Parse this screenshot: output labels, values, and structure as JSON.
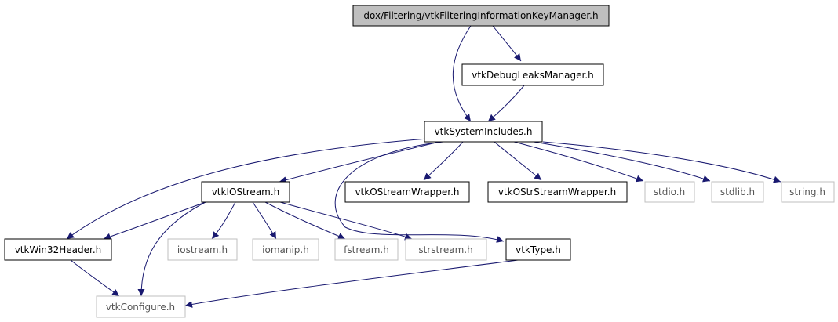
{
  "nodes": {
    "root": {
      "label": "dox/Filtering/vtkFilteringInformationKeyManager.h",
      "style": "root"
    },
    "debug": {
      "label": "vtkDebugLeaksManager.h",
      "style": "normal"
    },
    "sysinc": {
      "label": "vtkSystemIncludes.h",
      "style": "normal"
    },
    "iostr": {
      "label": "vtkIOStream.h",
      "style": "normal"
    },
    "ostrw": {
      "label": "vtkOStreamWrapper.h",
      "style": "normal"
    },
    "ostrsw": {
      "label": "vtkOStrStreamWrapper.h",
      "style": "normal"
    },
    "stdio": {
      "label": "stdio.h",
      "style": "external"
    },
    "stdlib": {
      "label": "stdlib.h",
      "style": "external"
    },
    "string": {
      "label": "string.h",
      "style": "external"
    },
    "win32": {
      "label": "vtkWin32Header.h",
      "style": "normal"
    },
    "iostream": {
      "label": "iostream.h",
      "style": "external"
    },
    "iomanip": {
      "label": "iomanip.h",
      "style": "external"
    },
    "fstream": {
      "label": "fstream.h",
      "style": "external"
    },
    "strstream": {
      "label": "strstream.h",
      "style": "external"
    },
    "type": {
      "label": "vtkType.h",
      "style": "normal"
    },
    "config": {
      "label": "vtkConfigure.h",
      "style": "external"
    }
  },
  "edges": [
    [
      "root",
      "debug"
    ],
    [
      "root",
      "sysinc"
    ],
    [
      "debug",
      "sysinc"
    ],
    [
      "sysinc",
      "iostr"
    ],
    [
      "sysinc",
      "ostrw"
    ],
    [
      "sysinc",
      "ostrsw"
    ],
    [
      "sysinc",
      "stdio"
    ],
    [
      "sysinc",
      "stdlib"
    ],
    [
      "sysinc",
      "string"
    ],
    [
      "sysinc",
      "win32"
    ],
    [
      "sysinc",
      "type"
    ],
    [
      "iostr",
      "win32"
    ],
    [
      "iostr",
      "iostream"
    ],
    [
      "iostr",
      "iomanip"
    ],
    [
      "iostr",
      "fstream"
    ],
    [
      "iostr",
      "strstream"
    ],
    [
      "iostr",
      "config"
    ],
    [
      "win32",
      "config"
    ],
    [
      "type",
      "config"
    ]
  ],
  "colors": {
    "root_fill": "#bfbfbf",
    "normal_border": "#000000",
    "external_border": "#bfbfbf",
    "external_text": "#555555",
    "edge": "#191970"
  }
}
